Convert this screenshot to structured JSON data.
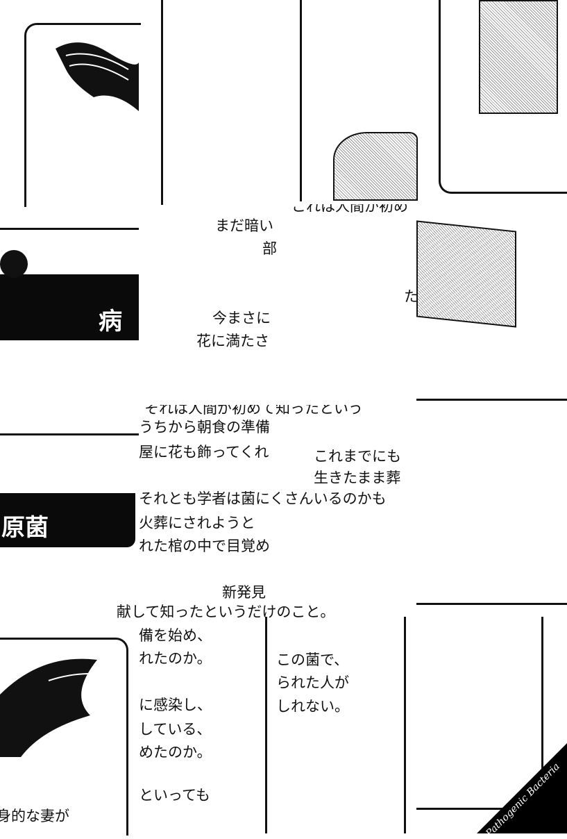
{
  "banners": {
    "top_left": "病原",
    "middle_left": "原菌"
  },
  "corner_label": "Pathogenic Bacteria",
  "fragments": {
    "f1": "まだ暗い",
    "f2": "部",
    "f3": "今まさに",
    "f4": "花に満たさ",
    "f5": "それは人間が初めて知ったという",
    "f6": "うちから朝食の準備",
    "f7": "屋に花も飾ってくれ",
    "f8": "これまでにも",
    "f9": "生きたまま葬",
    "f10": "それとも学者は菌にくさんいるのかも",
    "f11": "火葬にされようと",
    "f12": "れた棺の中で目覚め",
    "f13": "新発見",
    "f14": "献して知ったというだけのこと。",
    "f15": "備を始め、",
    "f16": "れたのか。",
    "f17": "に感染し、",
    "f18": "している、",
    "f19": "めたのか。",
    "f20": "といっても",
    "f21": "身的な妻が",
    "f22": "この菌で、",
    "f23": "られた人が",
    "f24": "しれない。",
    "f25": "た",
    "f26": "これは人間が初め"
  }
}
